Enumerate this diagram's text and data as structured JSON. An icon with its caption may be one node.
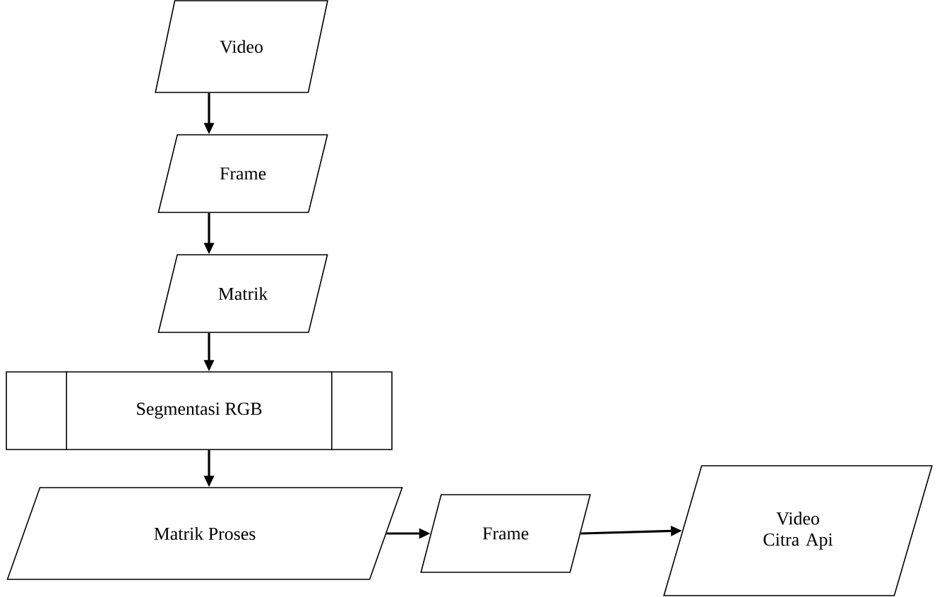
{
  "diagram": {
    "nodes": [
      {
        "text": [
          "Video"
        ]
      },
      {
        "text": [
          "Frame"
        ]
      },
      {
        "text": [
          "Matrik"
        ]
      },
      {
        "text": [
          "Segmentasi RGB"
        ]
      },
      {
        "text": [
          "Matrik Proses"
        ]
      },
      {
        "text": [
          "Frame"
        ]
      },
      {
        "text": [
          "Video Citra Api"
        ]
      }
    ],
    "edges": [
      {
        "from": 0,
        "to": 1,
        "arrow": "to"
      },
      {
        "from": 1,
        "to": 2,
        "arrow": "to"
      },
      {
        "from": 2,
        "to": 3,
        "arrow": "to"
      },
      {
        "from": 3,
        "to": 4,
        "arrow": "to"
      },
      {
        "from": 4,
        "to": 5,
        "arrow": "to"
      },
      {
        "from": 5,
        "to": 6,
        "arrow": "to"
      }
    ]
  }
}
